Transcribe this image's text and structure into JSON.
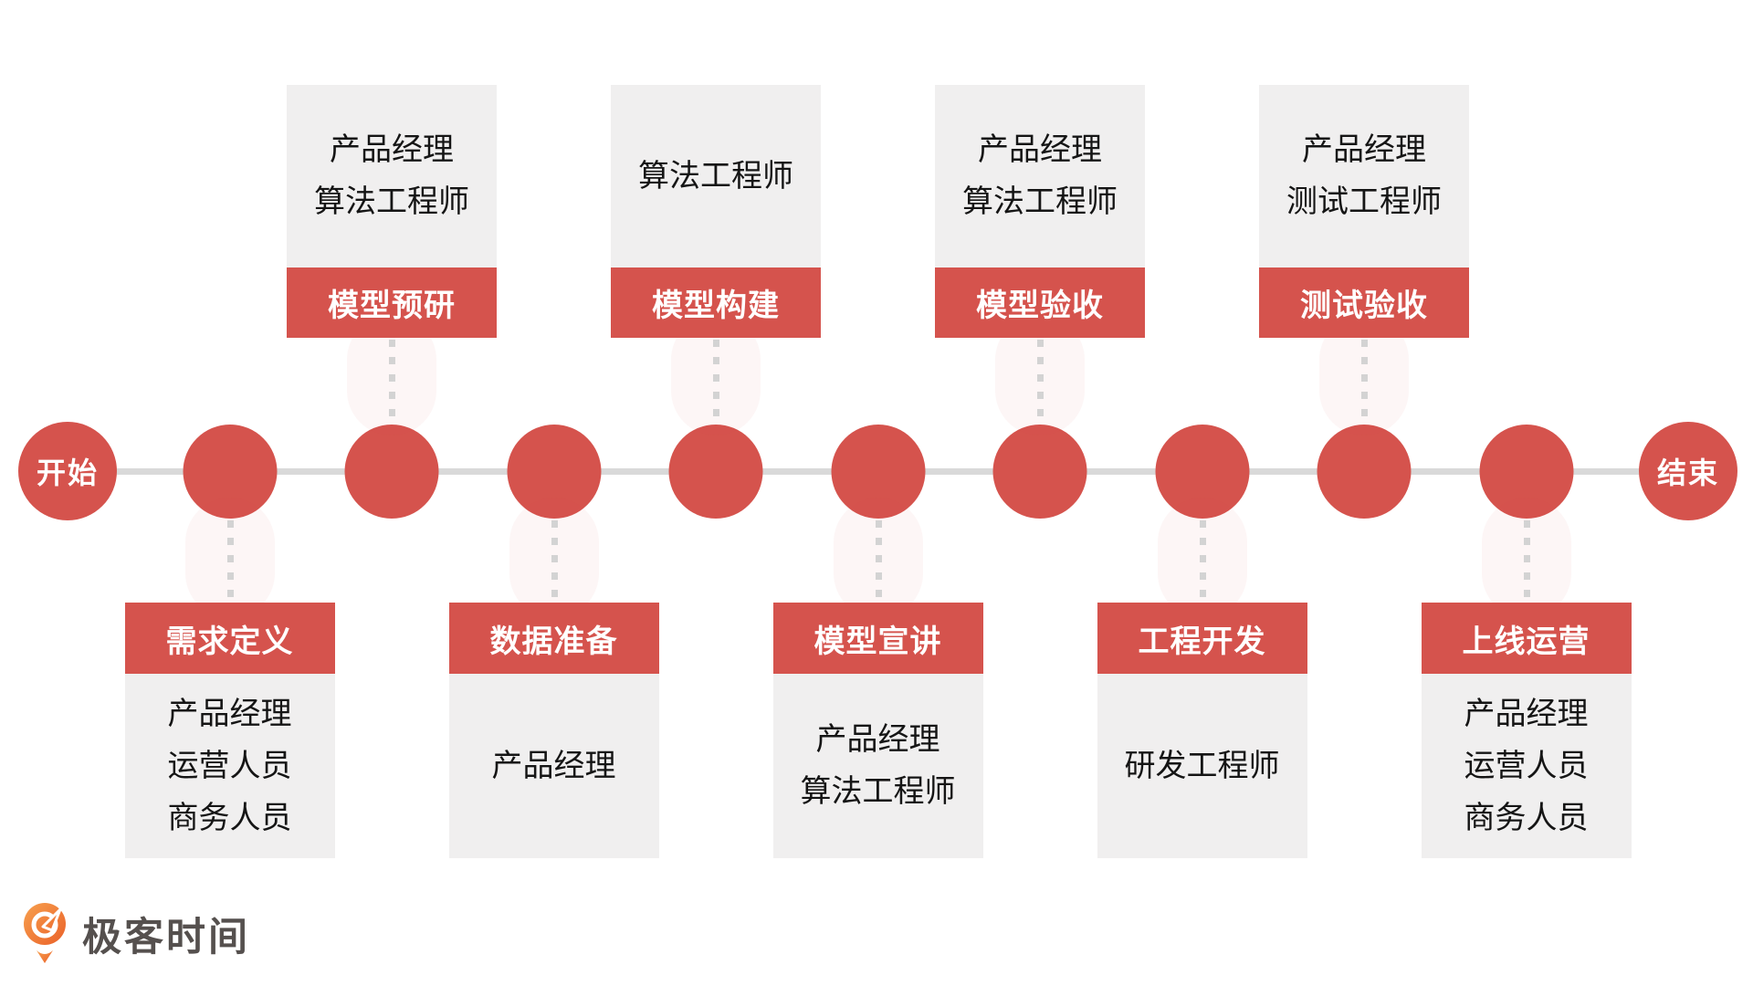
{
  "palette": {
    "accent_red": "#d5534d",
    "panel_gray": "#f0efef",
    "timeline_gray": "#d9d9d9",
    "dotted_gray": "#d3d3d3",
    "text_dark": "#151515",
    "logo_orange": "#ed6c2d",
    "logo_text_gray": "#55504e"
  },
  "timeline": {
    "start_label": "开始",
    "end_label": "结束",
    "middle_node_count": 9
  },
  "stages": [
    {
      "id": "requirements-definition",
      "position": "bottom",
      "label": "需求定义",
      "roles": [
        "产品经理",
        "运营人员",
        "商务人员"
      ]
    },
    {
      "id": "model-preresearch",
      "position": "top",
      "label": "模型预研",
      "roles": [
        "产品经理",
        "算法工程师"
      ]
    },
    {
      "id": "data-preparation",
      "position": "bottom",
      "label": "数据准备",
      "roles": [
        "产品经理"
      ]
    },
    {
      "id": "model-building",
      "position": "top",
      "label": "模型构建",
      "roles": [
        "算法工程师"
      ]
    },
    {
      "id": "model-presentation",
      "position": "bottom",
      "label": "模型宣讲",
      "roles": [
        "产品经理",
        "算法工程师"
      ]
    },
    {
      "id": "model-acceptance",
      "position": "top",
      "label": "模型验收",
      "roles": [
        "产品经理",
        "算法工程师"
      ]
    },
    {
      "id": "engineering-development",
      "position": "bottom",
      "label": "工程开发",
      "roles": [
        "研发工程师"
      ]
    },
    {
      "id": "test-acceptance",
      "position": "top",
      "label": "测试验收",
      "roles": [
        "产品经理",
        "测试工程师"
      ]
    },
    {
      "id": "launch-operations",
      "position": "bottom",
      "label": "上线运营",
      "roles": [
        "产品经理",
        "运营人员",
        "商务人员"
      ]
    }
  ],
  "footer": {
    "brand": "极客时间"
  }
}
